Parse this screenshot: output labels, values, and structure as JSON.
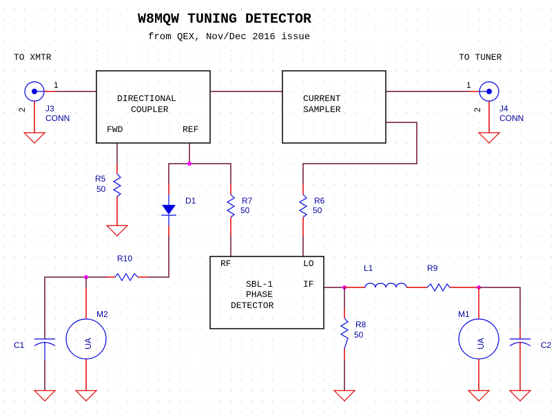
{
  "title": "W8MQW TUNING DETECTOR",
  "subtitle": "from QEX, Nov/Dec 2016 issue",
  "ports": {
    "left": "TO XMTR",
    "right": "TO TUNER"
  },
  "blocks": {
    "coupler": {
      "line1": "DIRECTIONAL",
      "line2": "COUPLER",
      "fwd": "FWD",
      "ref": "REF"
    },
    "sampler": {
      "line1": "CURRENT",
      "line2": "SAMPLER"
    },
    "detector": {
      "line1": "SBL-1",
      "line2": "PHASE",
      "line3": "DETECTOR",
      "rf": "RF",
      "lo": "LO",
      "if": "IF"
    }
  },
  "components": {
    "J3": {
      "ref": "J3",
      "value": "CONN",
      "pin1": "1",
      "pin2": "2"
    },
    "J4": {
      "ref": "J4",
      "value": "CONN",
      "pin1": "1",
      "pin2": "2"
    },
    "R5": {
      "ref": "R5",
      "value": "50"
    },
    "R6": {
      "ref": "R6",
      "value": "50"
    },
    "R7": {
      "ref": "R7",
      "value": "50"
    },
    "R8": {
      "ref": "R8",
      "value": "50"
    },
    "R9": {
      "ref": "R9"
    },
    "R10": {
      "ref": "R10"
    },
    "D1": {
      "ref": "D1"
    },
    "L1": {
      "ref": "L1"
    },
    "C1": {
      "ref": "C1"
    },
    "C2": {
      "ref": "C2"
    },
    "M1": {
      "ref": "M1",
      "unit": "UA"
    },
    "M2": {
      "ref": "M2",
      "unit": "UA"
    }
  }
}
